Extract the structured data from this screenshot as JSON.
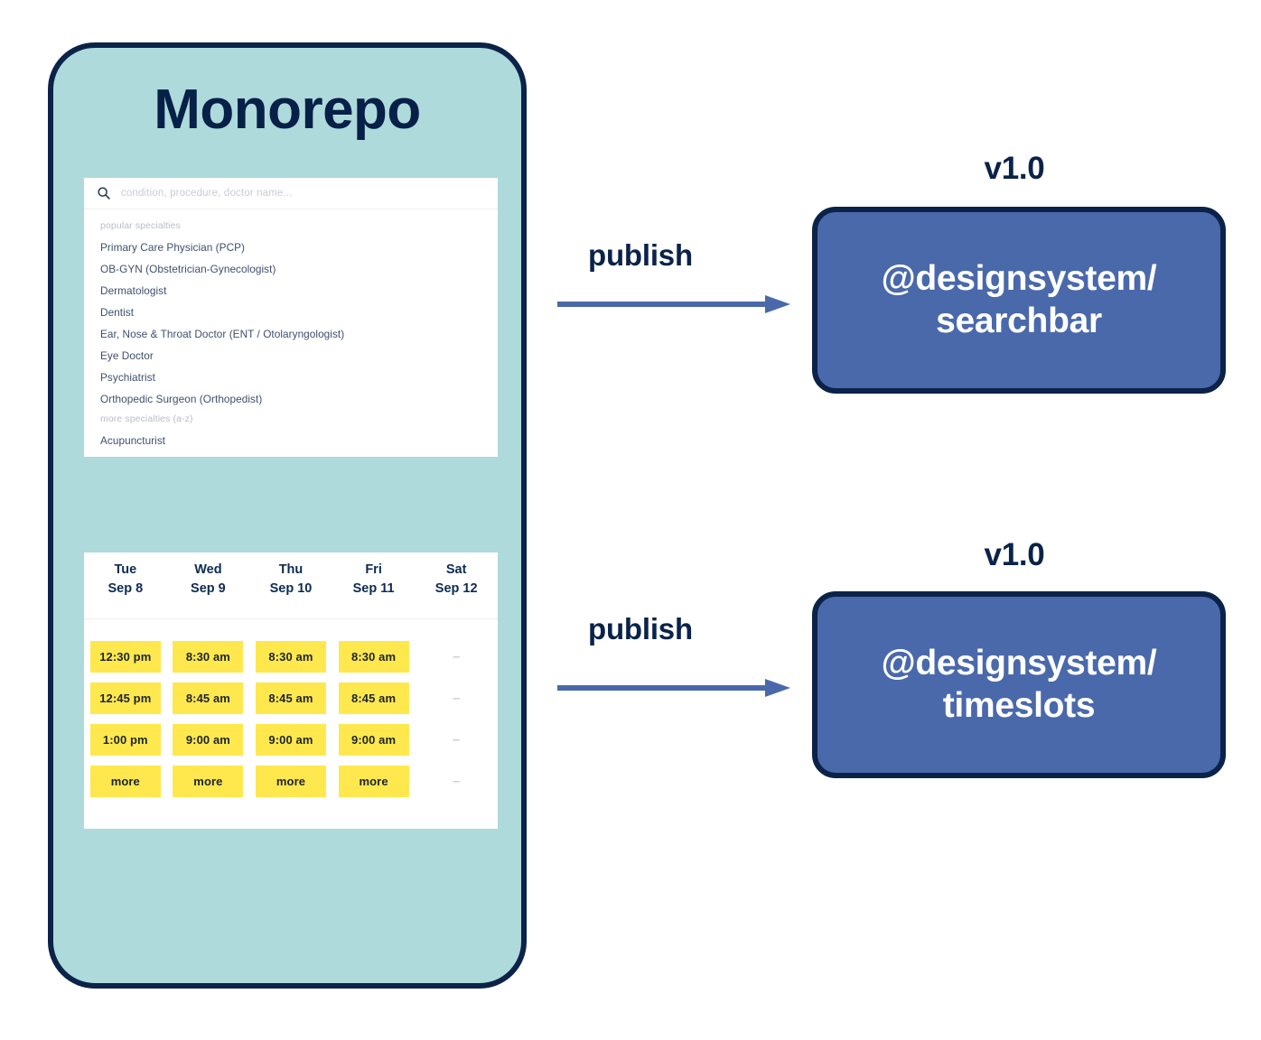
{
  "colors": {
    "phone_fill": "#aedadc",
    "frame_border": "#0b2349",
    "navy_text": "#0b2349",
    "package_fill": "#4a69ab",
    "arrow_blue": "#4a69ab",
    "slot_yellow": "#ffe84d",
    "slot_text": "#1b2430",
    "list_text": "#3f4f6e",
    "muted_text": "#b9bdc6"
  },
  "monorepo": {
    "title": "Monorepo",
    "search_widget": {
      "icon": "search-icon",
      "placeholder": "condition, procedure, doctor name...",
      "groups": [
        {
          "label": "popular specialties",
          "items": [
            "Primary Care Physician (PCP)",
            "OB-GYN (Obstetrician-Gynecologist)",
            "Dermatologist",
            "Dentist",
            "Ear, Nose & Throat Doctor (ENT / Otolaryngologist)",
            "Eye Doctor",
            "Psychiatrist",
            "Orthopedic Surgeon (Orthopedist)"
          ]
        },
        {
          "label": "more specialties (a-z)",
          "items": [
            "Acupuncturist"
          ]
        }
      ]
    },
    "timeslots_widget": {
      "columns": [
        {
          "dow": "Tue",
          "date": "Sep 8"
        },
        {
          "dow": "Wed",
          "date": "Sep 9"
        },
        {
          "dow": "Thu",
          "date": "Sep 10"
        },
        {
          "dow": "Fri",
          "date": "Sep 11"
        },
        {
          "dow": "Sat",
          "date": "Sep 12"
        }
      ],
      "empty_marker": "–",
      "rows": [
        [
          "12:30 pm",
          "8:30 am",
          "8:30 am",
          "8:30 am",
          null
        ],
        [
          "12:45 pm",
          "8:45 am",
          "8:45 am",
          "8:45 am",
          null
        ],
        [
          "1:00 pm",
          "9:00 am",
          "9:00 am",
          "9:00 am",
          null
        ],
        [
          "more",
          "more",
          "more",
          "more",
          null
        ]
      ]
    }
  },
  "flows": [
    {
      "action_label": "publish",
      "version": "v1.0",
      "package_line1": "@designsystem/",
      "package_line2": "searchbar"
    },
    {
      "action_label": "publish",
      "version": "v1.0",
      "package_line1": "@designsystem/",
      "package_line2": "timeslots"
    }
  ]
}
